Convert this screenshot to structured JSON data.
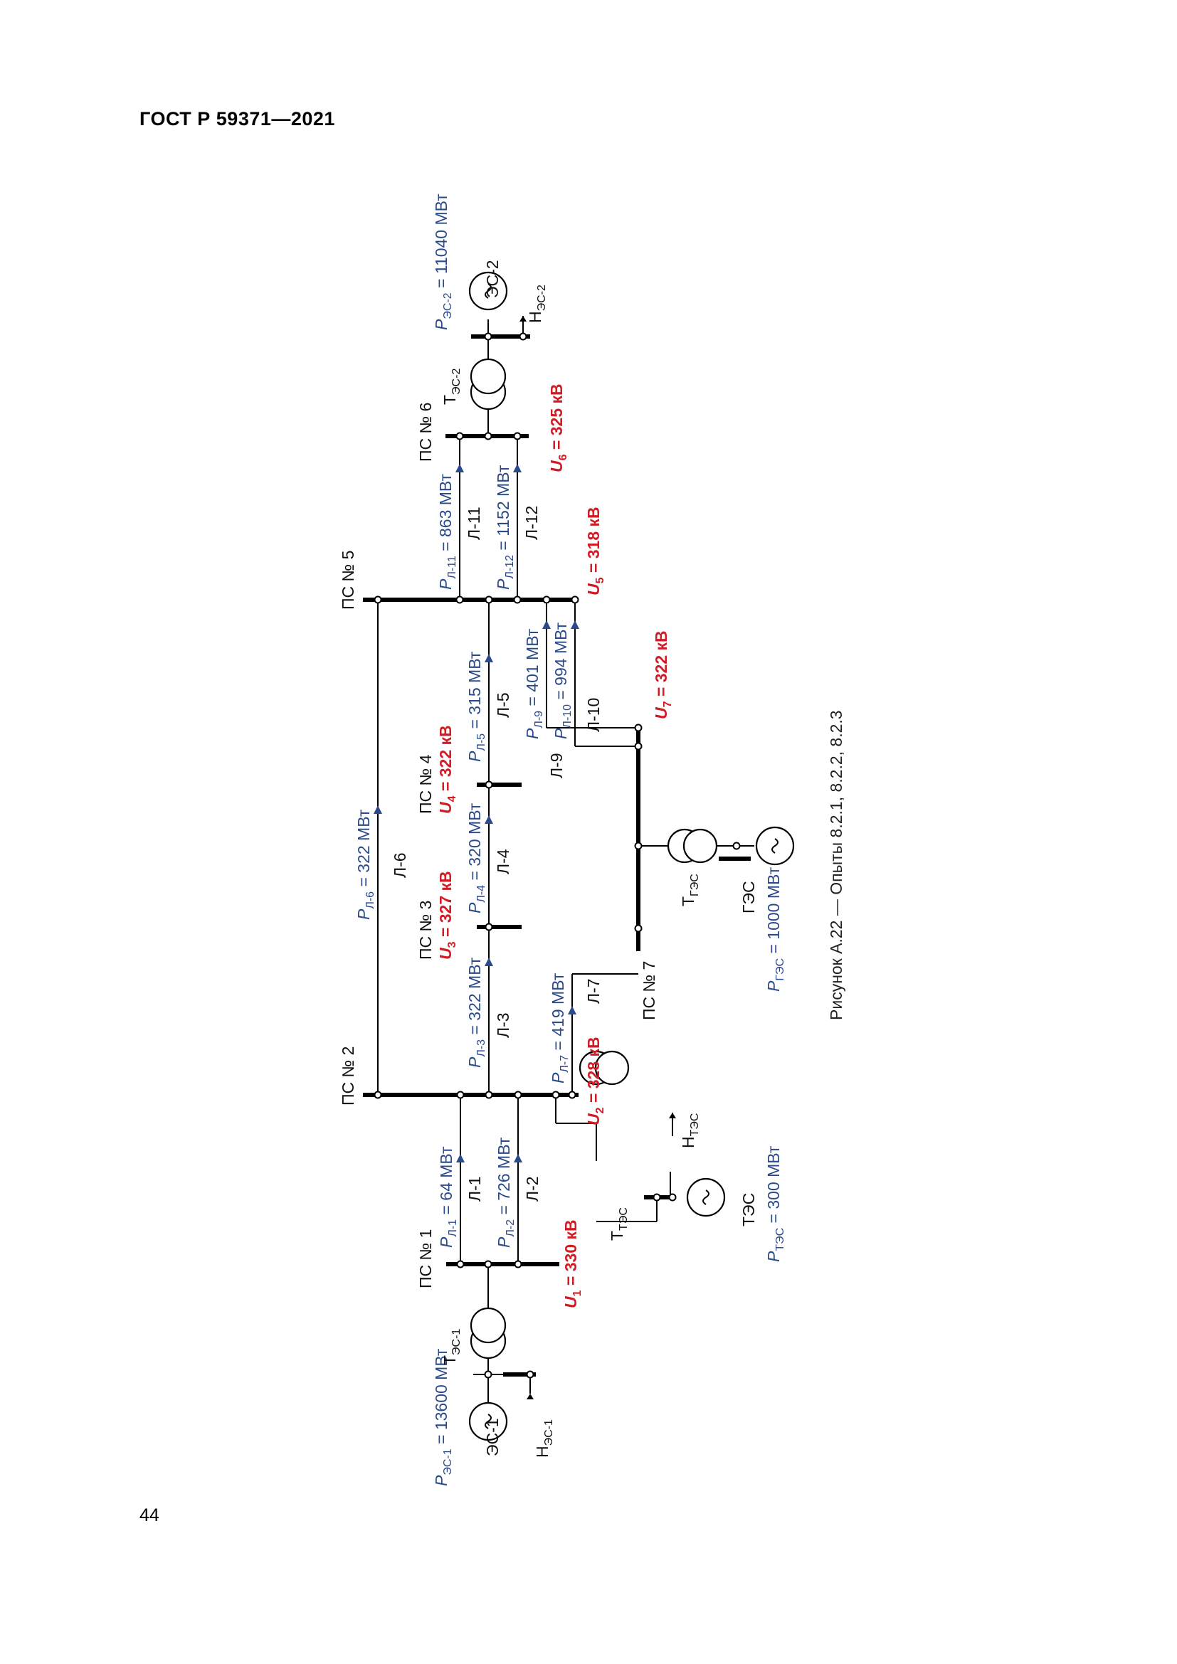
{
  "header": "ГОСТ Р 59371—2021",
  "page_number": "44",
  "caption": "Рисунок А.22 — Опыты 8.2.1, 8.2.2, 8.2.3",
  "colors": {
    "power": "#2b4a8b",
    "voltage": "#d01c24",
    "lines": "#000000"
  },
  "substations": {
    "ps1": "ПС № 1",
    "ps2": "ПС № 2",
    "ps3": "ПС № 3",
    "ps4": "ПС № 4",
    "ps5": "ПС № 5",
    "ps6": "ПС № 6",
    "ps7": "ПС № 7"
  },
  "lines": {
    "l1": "Л-1",
    "l2": "Л-2",
    "l3": "Л-3",
    "l4": "Л-4",
    "l5": "Л-5",
    "l6": "Л-6",
    "l7": "Л-7",
    "l9": "Л-9",
    "l10": "Л-10",
    "l11": "Л-11",
    "l12": "Л-12"
  },
  "powers": {
    "p_l1": {
      "main": "P",
      "sub": "Л-1",
      "value": " = 64 МВт"
    },
    "p_l2": {
      "main": "P",
      "sub": "Л-2",
      "value": " = 726 МВт"
    },
    "p_l3": {
      "main": "P",
      "sub": "Л-3",
      "value": " = 322 МВт"
    },
    "p_l4": {
      "main": "P",
      "sub": "Л-4",
      "value": " = 320 МВт"
    },
    "p_l5": {
      "main": "P",
      "sub": "Л-5",
      "value": " = 315 МВт"
    },
    "p_l6": {
      "main": "P",
      "sub": "Л-6",
      "value": " = 322 МВт"
    },
    "p_l7": {
      "main": "P",
      "sub": "Л-7",
      "value": " = 419 МВт"
    },
    "p_l9": {
      "main": "P",
      "sub": "Л-9",
      "value": " = 401 МВт"
    },
    "p_l10": {
      "main": "P",
      "sub": "Л-10",
      "value": " = 994 МВт"
    },
    "p_l11": {
      "main": "P",
      "sub": "Л-11",
      "value": " = 863 МВт"
    },
    "p_l12": {
      "main": "P",
      "sub": "Л-12",
      "value": " = 1152 МВт"
    },
    "p_es1": {
      "main": "P",
      "sub": "ЭС-1",
      "value": " = 13600 МВт"
    },
    "p_es2": {
      "main": "P",
      "sub": "ЭС-2",
      "value": " = 11040 МВт"
    },
    "p_tes": {
      "main": "P",
      "sub": "ТЭС",
      "value": " = 300 МВт"
    },
    "p_ges": {
      "main": "P",
      "sub": "ГЭС",
      "value": " = 1000 МВт"
    }
  },
  "voltages": {
    "u1": {
      "main": "U",
      "sub": "1",
      "value": " = 330 кВ"
    },
    "u2": {
      "main": "U",
      "sub": "2",
      "value": " = 328 кВ"
    },
    "u3": {
      "main": "U",
      "sub": "3",
      "value": " = 327 кВ"
    },
    "u4": {
      "main": "U",
      "sub": "4",
      "value": " = 322 кВ"
    },
    "u5": {
      "main": "U",
      "sub": "5",
      "value": " = 318 кВ"
    },
    "u6": {
      "main": "U",
      "sub": "6",
      "value": " = 325 кВ"
    },
    "u7": {
      "main": "U",
      "sub": "7",
      "value": " = 322 кВ"
    }
  },
  "equipment": {
    "es1": "ЭС-1",
    "es2": "ЭС-2",
    "tes": "ТЭС",
    "ges": "ГЭС",
    "t_es1": {
      "main": "Т",
      "sub": "ЭС-1"
    },
    "t_es2": {
      "main": "Т",
      "sub": "ЭС-2"
    },
    "t_tes": {
      "main": "Т",
      "sub": "ТЭС"
    },
    "t_ges": {
      "main": "Т",
      "sub": "ГЭС"
    },
    "n_es1": {
      "main": "Н",
      "sub": "ЭС-1"
    },
    "n_es2": {
      "main": "Н",
      "sub": "ЭС-2"
    },
    "n_tes": {
      "main": "Н",
      "sub": "ТЭС"
    }
  }
}
